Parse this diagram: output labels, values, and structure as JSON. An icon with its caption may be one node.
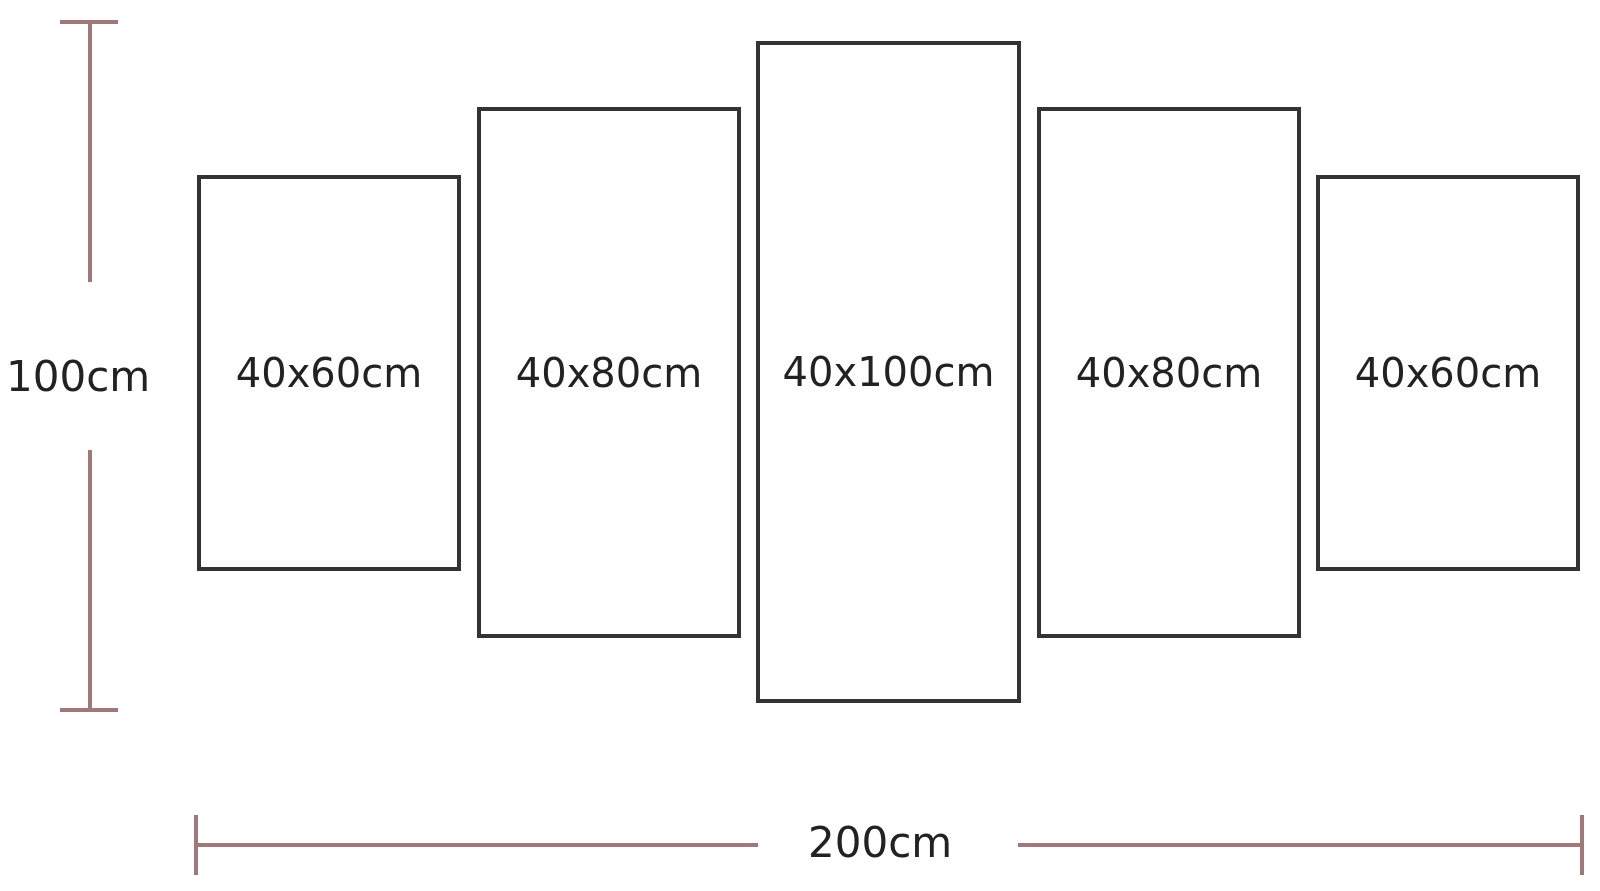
{
  "diagram": {
    "nodes": [
      {
        "text": [
          "40x60cm"
        ]
      },
      {
        "text": [
          "40x80cm"
        ]
      },
      {
        "text": [
          "40x100cm"
        ]
      },
      {
        "text": [
          "40x80cm"
        ]
      },
      {
        "text": [
          "40x60cm"
        ]
      }
    ],
    "labels": [
      "100cm",
      "200cm"
    ]
  }
}
